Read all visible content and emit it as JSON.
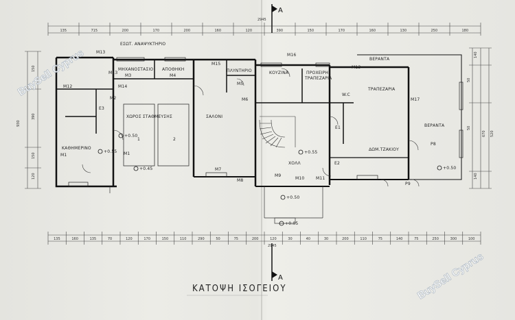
{
  "title": "ΚΑΤΟΨΗ ΙΣΟΓΕΙΟΥ",
  "section_marks": [
    "A",
    "A"
  ],
  "watermark": "BuySell Cyprus",
  "top_dims_outer": [
    "135",
    "715",
    "200",
    "170",
    "200",
    "160",
    "120",
    "390",
    "150",
    "170",
    "160",
    "130",
    "250",
    "180"
  ],
  "top_dims_total": "2945",
  "bottom_dims_outer": [
    "135",
    "160",
    "135",
    "70",
    "120",
    "170",
    "150",
    "110",
    "290",
    "50",
    "75",
    "200",
    "120",
    "30",
    "40",
    "30",
    "200",
    "110",
    "75",
    "140",
    "75",
    "250",
    "300",
    "100"
  ],
  "bottom_dims_total": "2945",
  "rooms": {
    "mechanostasio": "ΜΗΧΑΝΟΣΤΑΣΙΟ",
    "apothiki": "ΑΠΟΘΗΚΗ",
    "plyntirio": "ΠΛΥΝΤΗΡΙΟ",
    "kouzina": "ΚΟΥΖΙΝΑ",
    "proxeiri": "ΠΡΟΧΕΙΡΗ",
    "trapezaria_small": "ΤΡΑΠΕΖΑΡΙΑ",
    "veranta_top": "ΒΕΡΑΝΤΑ",
    "trapezaria": "ΤΡΑΠΕΖΑΡΙΑ",
    "veranta_right": "ΒΕΡΑΝΤΑ",
    "choros_stathmefsis": "ΧΩΡΟΣ ΣΤΑΘΜΕΥΣΗΣ",
    "saloni": "ΣΑΛΟΝΙ",
    "kathimerino": "ΚΑΘΗΜΕΡΙΝΟ",
    "chol": "ΧΟΛΛ",
    "dom_tzakiou": "ΔΩΜ.ΤΖΑΚΙΟΥ",
    "anapsyktirio": "ΕΣΩΤ. ΑΝΑΨΥΚΤΗΡΙΟ",
    "wc": "W.C"
  },
  "level_marks": [
    "+0.55",
    "+0.50",
    "+0.45",
    "+0.55",
    "+0.50",
    "+0.50",
    "+0.05"
  ],
  "parking_numbers": [
    "1",
    "2"
  ],
  "tags": [
    "M13",
    "M12",
    "M14",
    "M15",
    "M16",
    "M2",
    "M3",
    "M4",
    "M5",
    "M6",
    "M7",
    "M8",
    "M9",
    "M10",
    "M11",
    "E1",
    "E2",
    "E3",
    "M1",
    "M1",
    "M17",
    "P8",
    "P9",
    "M13",
    "M13"
  ],
  "side_dims_left": [
    "930",
    "150",
    "390",
    "150",
    "120"
  ],
  "side_dims_right": [
    "140",
    "670",
    "520",
    "140",
    "50",
    "50"
  ]
}
